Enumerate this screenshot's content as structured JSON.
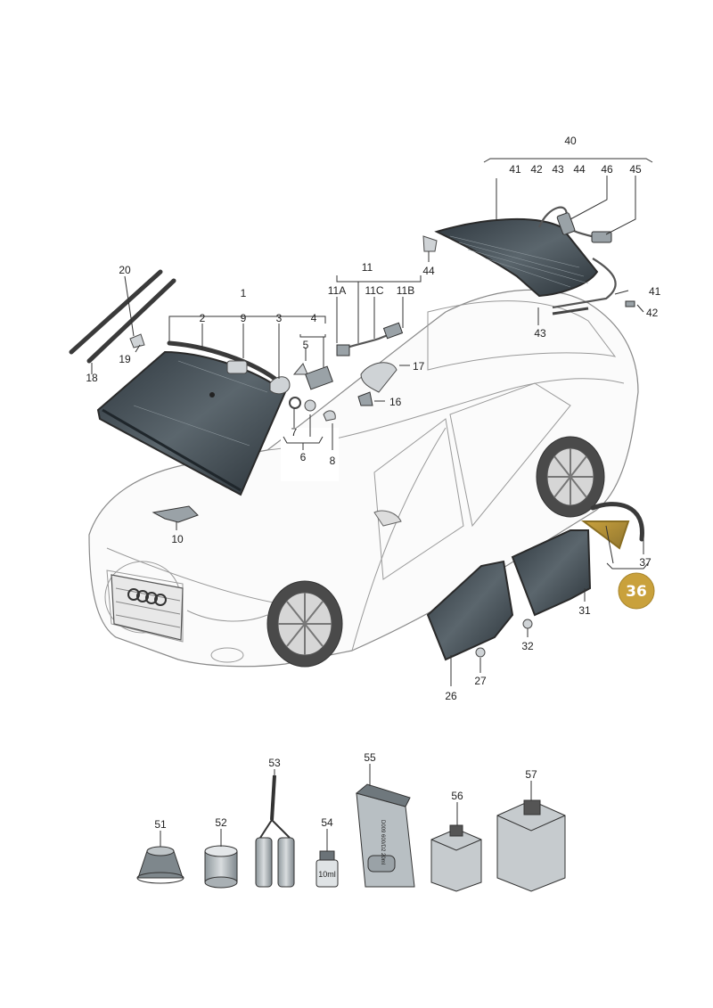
{
  "labels": {
    "l1": "1",
    "l2": "2",
    "l3": "3",
    "l4": "4",
    "l5": "5",
    "l6": "6",
    "l7": "7",
    "l8": "8",
    "l9": "9",
    "l10": "10",
    "l11": "11",
    "l11a": "11A",
    "l11b": "11B",
    "l11c": "11C",
    "l16": "16",
    "l17": "17",
    "l18": "18",
    "l19": "19",
    "l20": "20",
    "l26": "26",
    "l27": "27",
    "l31": "31",
    "l32": "32",
    "l37": "37",
    "l40": "40",
    "l40_41": "41",
    "l40_42": "42",
    "l40_43": "43",
    "l40_44": "44",
    "l41": "41",
    "l42": "42",
    "l43": "43",
    "l44": "44",
    "l45": "45",
    "l46": "46",
    "l51": "51",
    "l52": "52",
    "l53": "53",
    "l54": "54",
    "l55": "55",
    "l56": "56",
    "l57": "57"
  },
  "highlight": {
    "label": "36",
    "color": "#c9a13c"
  },
  "bottle54_text": "10ml",
  "package55_text": "D009 600/D2 20ml",
  "colors": {
    "glass": "#3f4a52",
    "highlight": "#c9a13c",
    "line": "#333333"
  }
}
